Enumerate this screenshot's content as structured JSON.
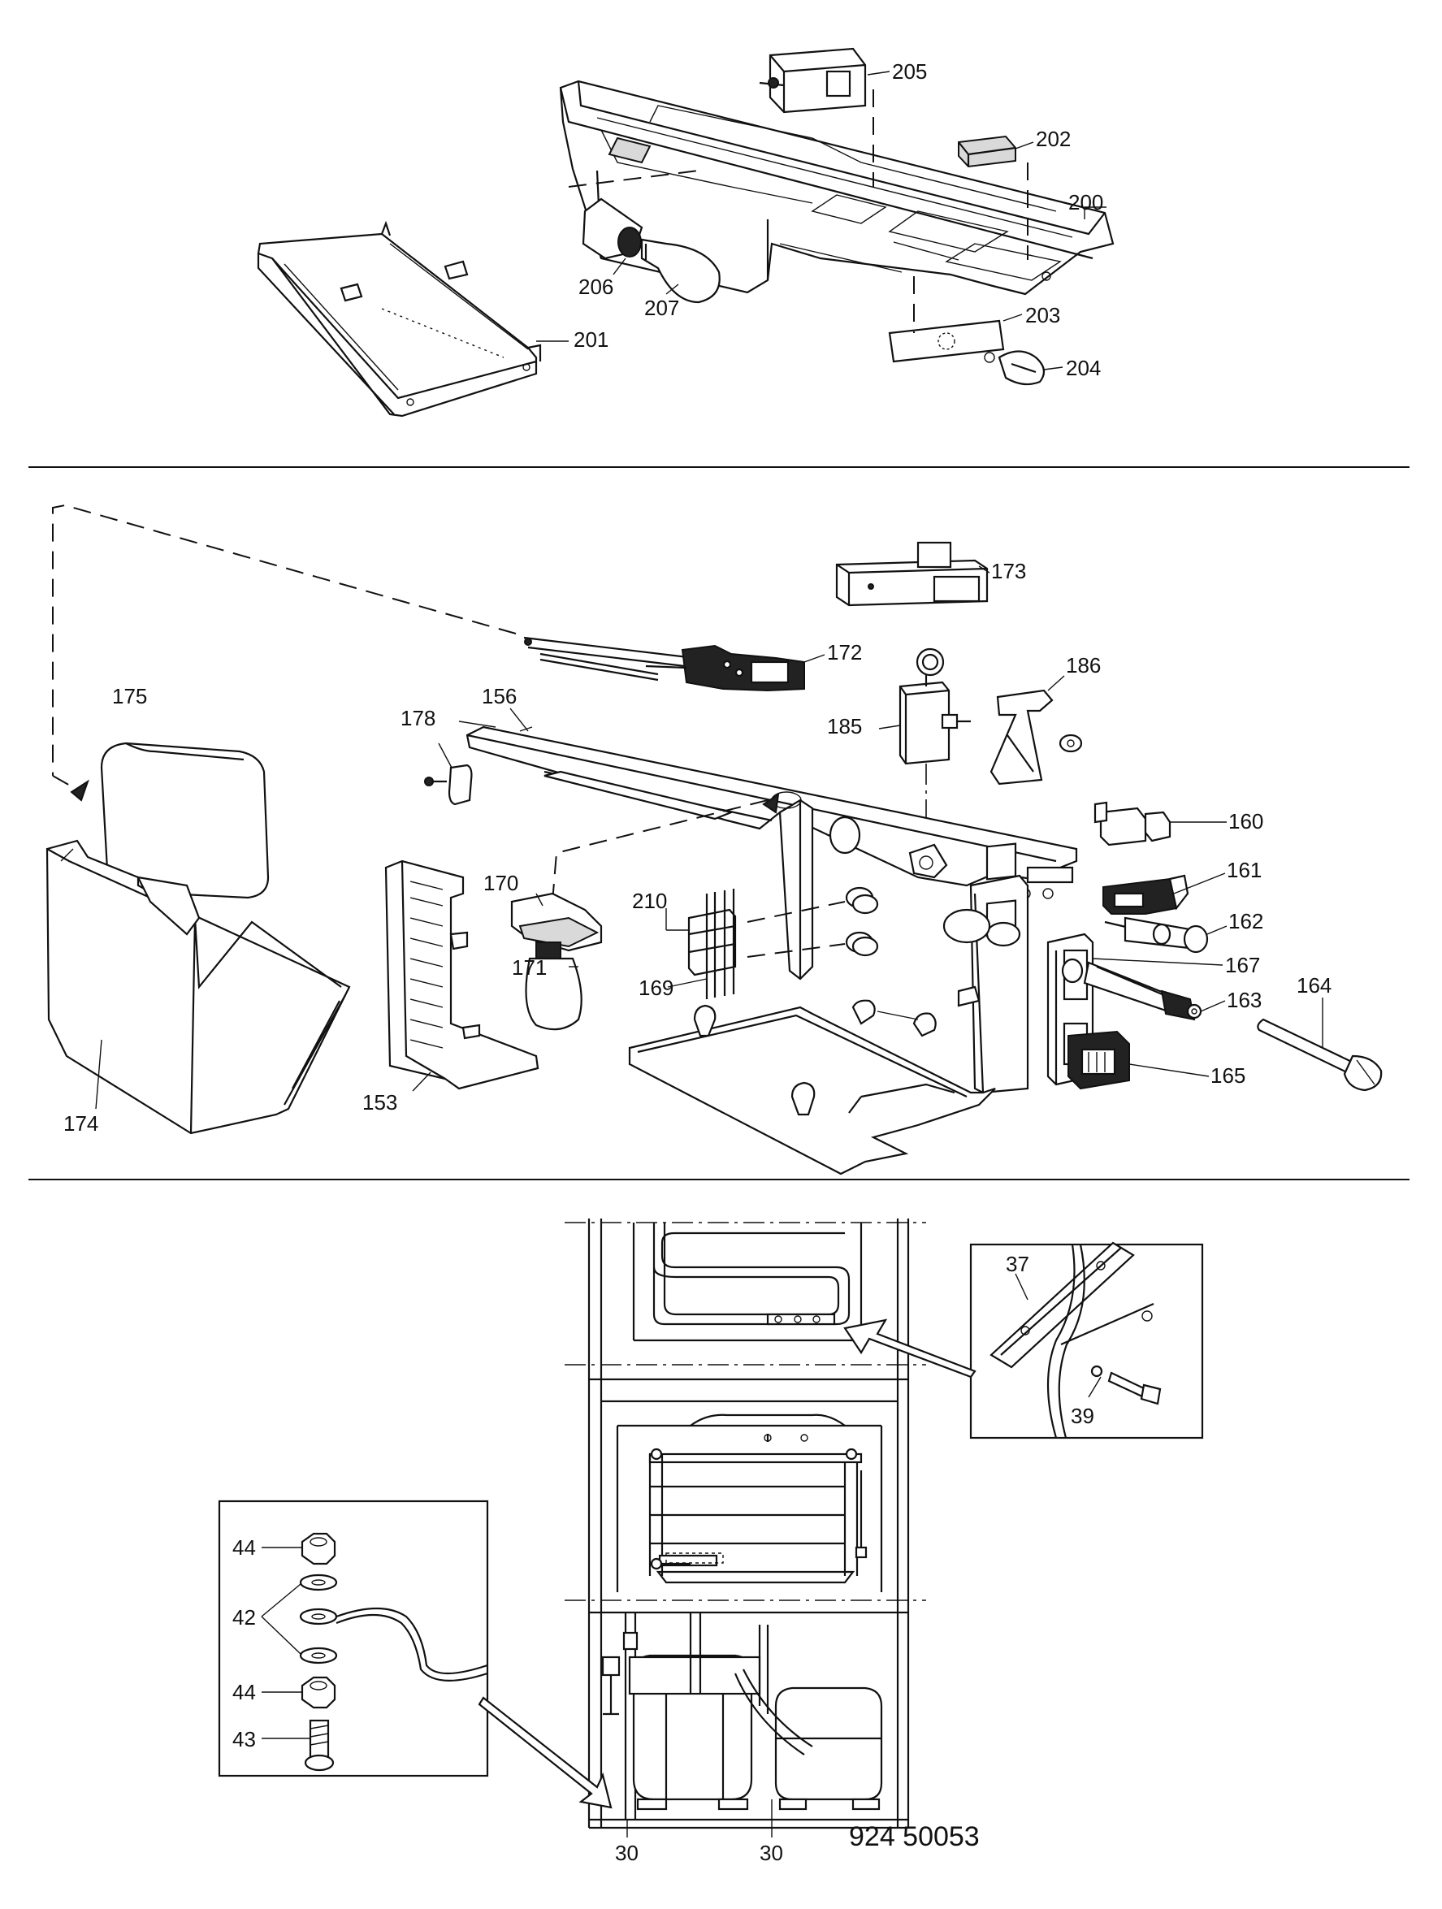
{
  "drawing_number": "924 50053",
  "sections": [
    {
      "id": "control-box",
      "labels": [
        "205",
        "202",
        "200",
        "206",
        "207",
        "201",
        "203",
        "204"
      ]
    },
    {
      "id": "electrical-panel",
      "labels": [
        "173",
        "172",
        "186",
        "175",
        "156",
        "185",
        "178",
        "160",
        "161",
        "170",
        "210",
        "162",
        "167",
        "171",
        "169",
        "163",
        "164",
        "165",
        "153",
        "174"
      ]
    },
    {
      "id": "cabinet-rear",
      "labels": [
        "37",
        "39",
        "44",
        "42",
        "44",
        "43",
        "30",
        "30"
      ]
    }
  ]
}
